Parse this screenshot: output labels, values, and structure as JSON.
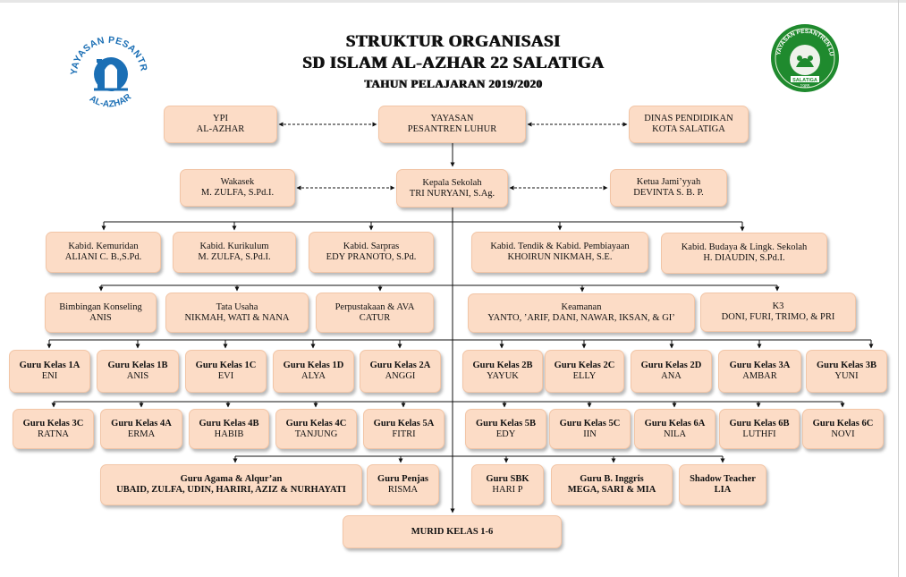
{
  "header": {
    "line1": "STRUKTUR ORGANISASI",
    "line2": "SD ISLAM AL-AZHAR 22 SALATIGA",
    "line3": "TAHUN PELAJARAN 2019/2020"
  },
  "logos": {
    "left": {
      "text": "YAYASAN PESANTREN ISLAM AL-AZHAR",
      "color": "#1b6fb5"
    },
    "right": {
      "text": "YAYASAN PESANTREN LUHUR SALATIGA 1985",
      "color": "#1f8a2e"
    }
  },
  "colors": {
    "box_fill": "#fcdcc6",
    "box_border": "#f2c5a6",
    "line": "#111111"
  },
  "boxes": {
    "ypi": {
      "role": "YPI",
      "name": "AL-AZHAR"
    },
    "yayasan": {
      "role": "YAYASAN",
      "name": "PESANTREN LUHUR"
    },
    "dinas": {
      "role": "DINAS PENDIDIKAN",
      "name": "KOTA SALATIGA"
    },
    "wakasek": {
      "role": "Wakasek",
      "name": "M. ZULFA, S.Pd.I."
    },
    "kepsek": {
      "role": "Kepala Sekolah",
      "name": "TRI NURYANI, S.Ag."
    },
    "jamiyyah": {
      "role": "Ketua Jami’yyah",
      "name": "DEVINTA S. B. P."
    },
    "kemuridan": {
      "role": "Kabid. Kemuridan",
      "name": "ALIANI C. B.,S.Pd."
    },
    "kurikulum": {
      "role": "Kabid. Kurikulum",
      "name": "M. ZULFA, S.Pd.I."
    },
    "sarpras": {
      "role": "Kabid. Sarpras",
      "name": "EDY PRANOTO, S.Pd."
    },
    "tendik": {
      "role": "Kabid. Tendik & Kabid. Pembiayaan",
      "name": "KHOIRUN NIKMAH, S.E."
    },
    "budaya": {
      "role": "Kabid. Budaya & Lingk. Sekolah",
      "name": "H. DIAUDIN, S.Pd.I."
    },
    "bk": {
      "role": "Bimbingan Konseling",
      "name": "ANIS"
    },
    "tu": {
      "role": "Tata Usaha",
      "name": "NIKMAH, WATI & NANA"
    },
    "perpus": {
      "role": "Perpustakaan & AVA",
      "name": "CATUR"
    },
    "keamanan": {
      "role": "Keamanan",
      "name": "YANTO, ’ARIF, DANI, NAWAR, IKSAN, & GI’"
    },
    "k3": {
      "role": "K3",
      "name": "DONI, FURI, TRIMO, & PRI"
    },
    "k1a": {
      "role": "Guru Kelas 1A",
      "name": "ENI"
    },
    "k1b": {
      "role": "Guru Kelas 1B",
      "name": "ANIS"
    },
    "k1c": {
      "role": "Guru Kelas 1C",
      "name": "EVI"
    },
    "k1d": {
      "role": "Guru Kelas 1D",
      "name": "ALYA"
    },
    "k2a": {
      "role": "Guru Kelas 2A",
      "name": "ANGGI"
    },
    "k2b": {
      "role": "Guru Kelas 2B",
      "name": "YAYUK"
    },
    "k2c": {
      "role": "Guru Kelas 2C",
      "name": "ELLY"
    },
    "k2d": {
      "role": "Guru Kelas 2D",
      "name": "ANA"
    },
    "k3a": {
      "role": "Guru Kelas 3A",
      "name": "AMBAR"
    },
    "k3b": {
      "role": "Guru Kelas 3B",
      "name": "YUNI"
    },
    "k3c": {
      "role": "Guru Kelas 3C",
      "name": "RATNA"
    },
    "k4a": {
      "role": "Guru Kelas 4A",
      "name": "ERMA"
    },
    "k4b": {
      "role": "Guru Kelas 4B",
      "name": "HABIB"
    },
    "k4c": {
      "role": "Guru Kelas 4C",
      "name": "TANJUNG"
    },
    "k5a": {
      "role": "Guru Kelas 5A",
      "name": "FITRI"
    },
    "k5b": {
      "role": "Guru Kelas 5B",
      "name": "EDY"
    },
    "k5c": {
      "role": "Guru Kelas 5C",
      "name": "IIN"
    },
    "k6a": {
      "role": "Guru Kelas 6A",
      "name": "NILA"
    },
    "k6b": {
      "role": "Guru Kelas 6B",
      "name": "LUTHFI"
    },
    "k6c": {
      "role": "Guru Kelas 6C",
      "name": "NOVI"
    },
    "agama": {
      "role": "Guru Agama & Alqur’an",
      "name": "UBAID, ZULFA, UDIN, HARIRI, AZIZ & NURHAYATI"
    },
    "penjas": {
      "role": "Guru Penjas",
      "name": "RISMA"
    },
    "sbk": {
      "role": "Guru SBK",
      "name": "HARI P"
    },
    "inggris": {
      "role": "Guru B. Inggris",
      "name": "MEGA, SARI & MIA"
    },
    "shadow": {
      "role": "Shadow Teacher",
      "name": "LIA"
    },
    "murid": {
      "role": "MURID KELAS 1-6"
    }
  }
}
